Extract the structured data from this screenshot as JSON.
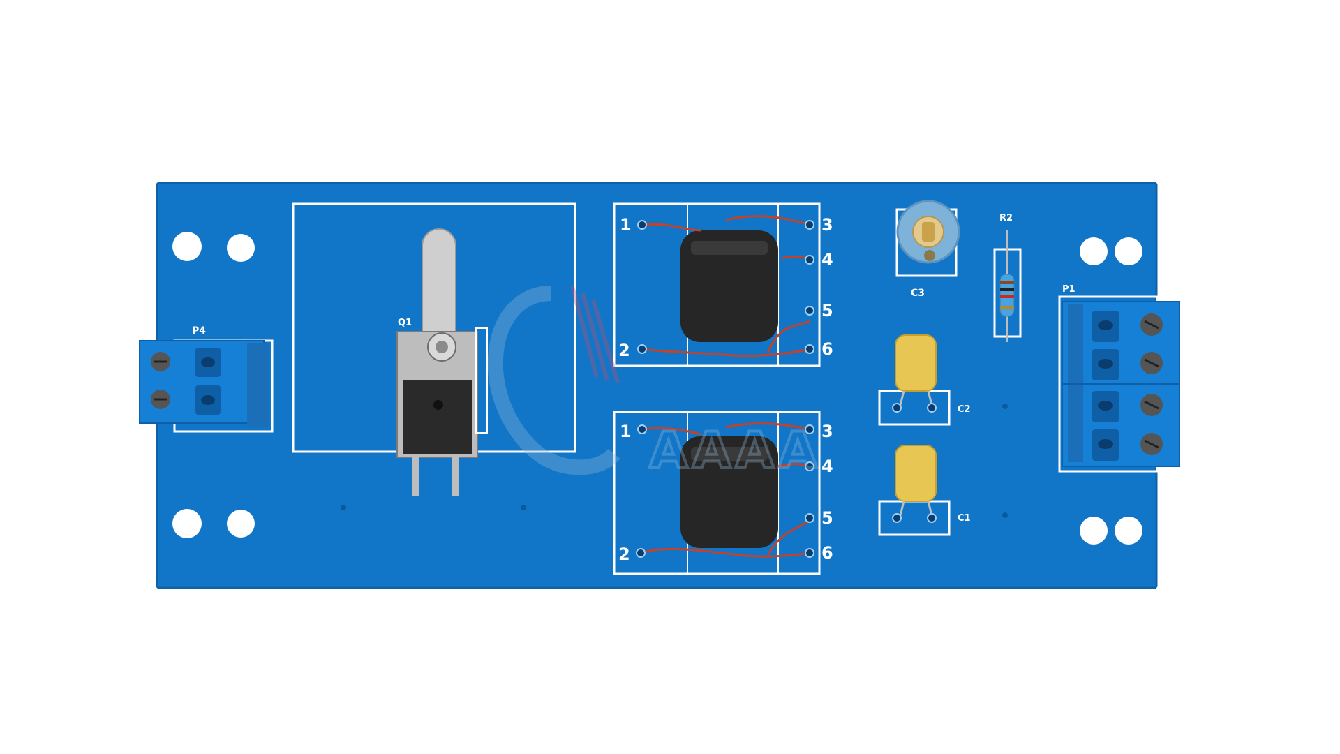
{
  "colors": {
    "background": "#ffffff",
    "board": "#1176c8",
    "board_edge": "#0d62a8",
    "silkscreen": "#ffffff",
    "terminal_block": "#1580d6",
    "ferrite": "#262626",
    "copper_wire": "#c2422c",
    "capacitor": "#e8c654",
    "trimmer": "#7fb2d8",
    "heatsink": "#c7c7c7"
  },
  "labels": {
    "p4": "P4",
    "q1": "Q1",
    "c3": "C3",
    "r2": "R2",
    "p1": "P1",
    "c2": "C2",
    "c1": "C1"
  },
  "transformer_pins": [
    "1",
    "2",
    "3",
    "4",
    "5",
    "6"
  ],
  "watermark_text": "AAAA"
}
